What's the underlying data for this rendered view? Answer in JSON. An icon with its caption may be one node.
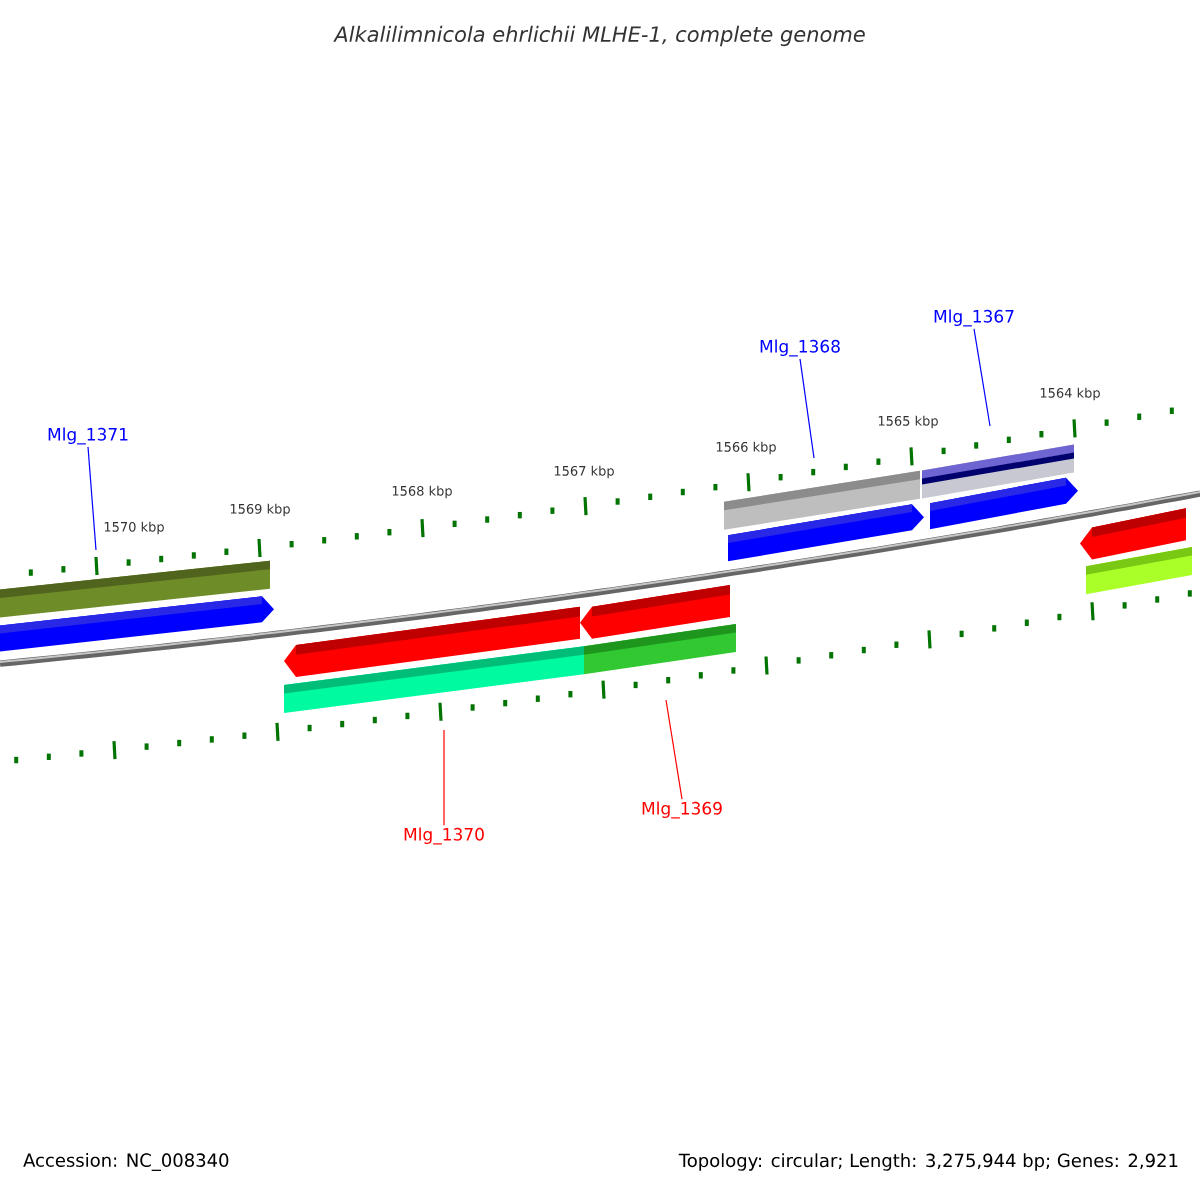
{
  "diagram": {
    "title": "Alkalilimnicola ehrlichii MLHE-1, complete genome",
    "nodes": [
      {
        "text": [
          "Mlg_1371"
        ]
      },
      {
        "text": [
          "Mlg_1368"
        ]
      },
      {
        "text": [
          "Mlg_1367"
        ]
      },
      {
        "text": [
          "Mlg_1370"
        ]
      },
      {
        "text": [
          "Mlg_1369"
        ]
      }
    ],
    "edges": [
      {
        "from": 0,
        "to": null,
        "arrow": "none"
      },
      {
        "from": 1,
        "to": null,
        "arrow": "none"
      },
      {
        "from": 2,
        "to": null,
        "arrow": "none"
      },
      {
        "from": 3,
        "to": null,
        "arrow": "none",
        "color": "#ff0000"
      },
      {
        "from": 4,
        "to": null,
        "arrow": "none",
        "color": "#ff0000"
      }
    ],
    "labels": [
      "1570 kbp",
      "1569 kbp",
      "1568 kbp",
      "1567 kbp",
      "1566 kbp",
      "1565 kbp",
      "1564 kbp",
      "Accession: NC_008340",
      "Topology: circular; Length: 3,275,944 bp; Genes: 2,921"
    ]
  }
}
